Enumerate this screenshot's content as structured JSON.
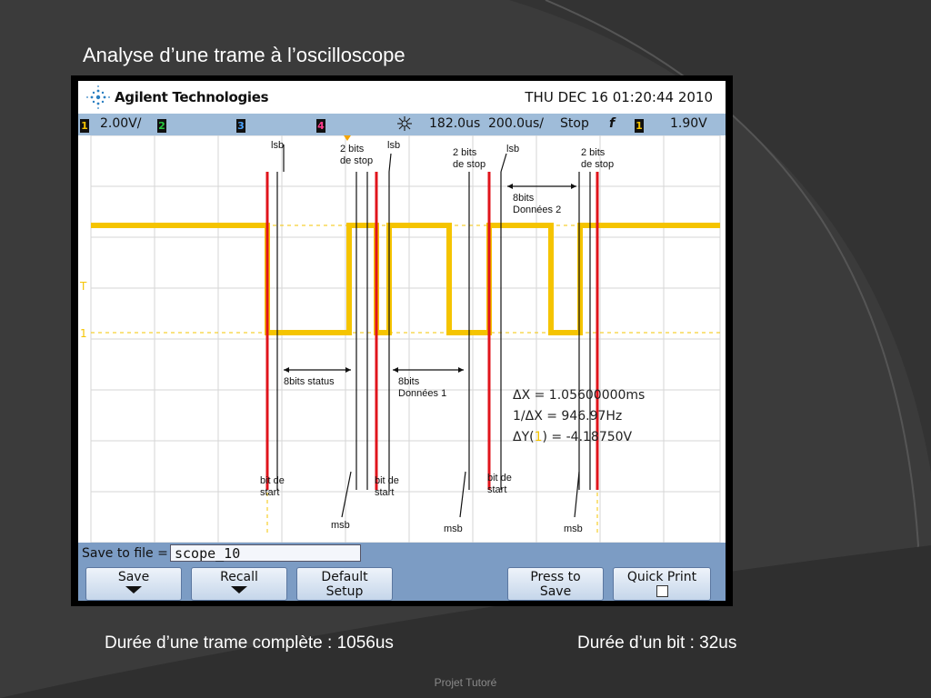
{
  "slide": {
    "title": "Analyse d’une trame à l’oscilloscope",
    "caption_left": "Durée d’une trame complète : 1056us",
    "caption_right": "Durée d’un bit : 32us",
    "footer": "Projet Tutoré"
  },
  "scope": {
    "brand": "Agilent Technologies",
    "date": "THU DEC 16 01:20:44 2010",
    "status": {
      "ch1": "1",
      "ch1_scale": "2.00V/",
      "ch2": "2",
      "ch3": "3",
      "ch4": "4",
      "time_offset": "182.0us",
      "time_scale": "200.0us/",
      "run_state": "Stop",
      "trigger_symbol": "f",
      "trigger_ch": "1",
      "trigger_level": "1.90V"
    },
    "measurements": {
      "dx": "ΔX = 1.05600000ms",
      "inv_dx": "1/ΔX = 946.97Hz",
      "dy_prefix": "ΔY(",
      "dy_ch": "1",
      "dy_suffix": ") = -4.18750V"
    },
    "annotations": {
      "lsb": "lsb",
      "stop_bits_1": "2 bits",
      "stop_bits_2": "de stop",
      "bits_status": "8bits  status",
      "bits_donnees": "8bits",
      "donnees_1": "Données 1",
      "donnees_2": "Données 2",
      "bit_de": "bit de",
      "start": "start",
      "msb": "msb"
    },
    "save_label": "Save to file =",
    "file_name": "scope_10",
    "buttons": {
      "save": "Save",
      "recall": "Recall",
      "default_1": "Default",
      "default_2": "Setup",
      "press_1": "Press to",
      "press_2": "Save",
      "quick_print": "Quick Print"
    },
    "colors": {
      "trace": "#f5c400",
      "cursor": "#e0141c",
      "status_bar": "#9fbcd9",
      "softkey_bar": "#7c9cc4"
    }
  }
}
